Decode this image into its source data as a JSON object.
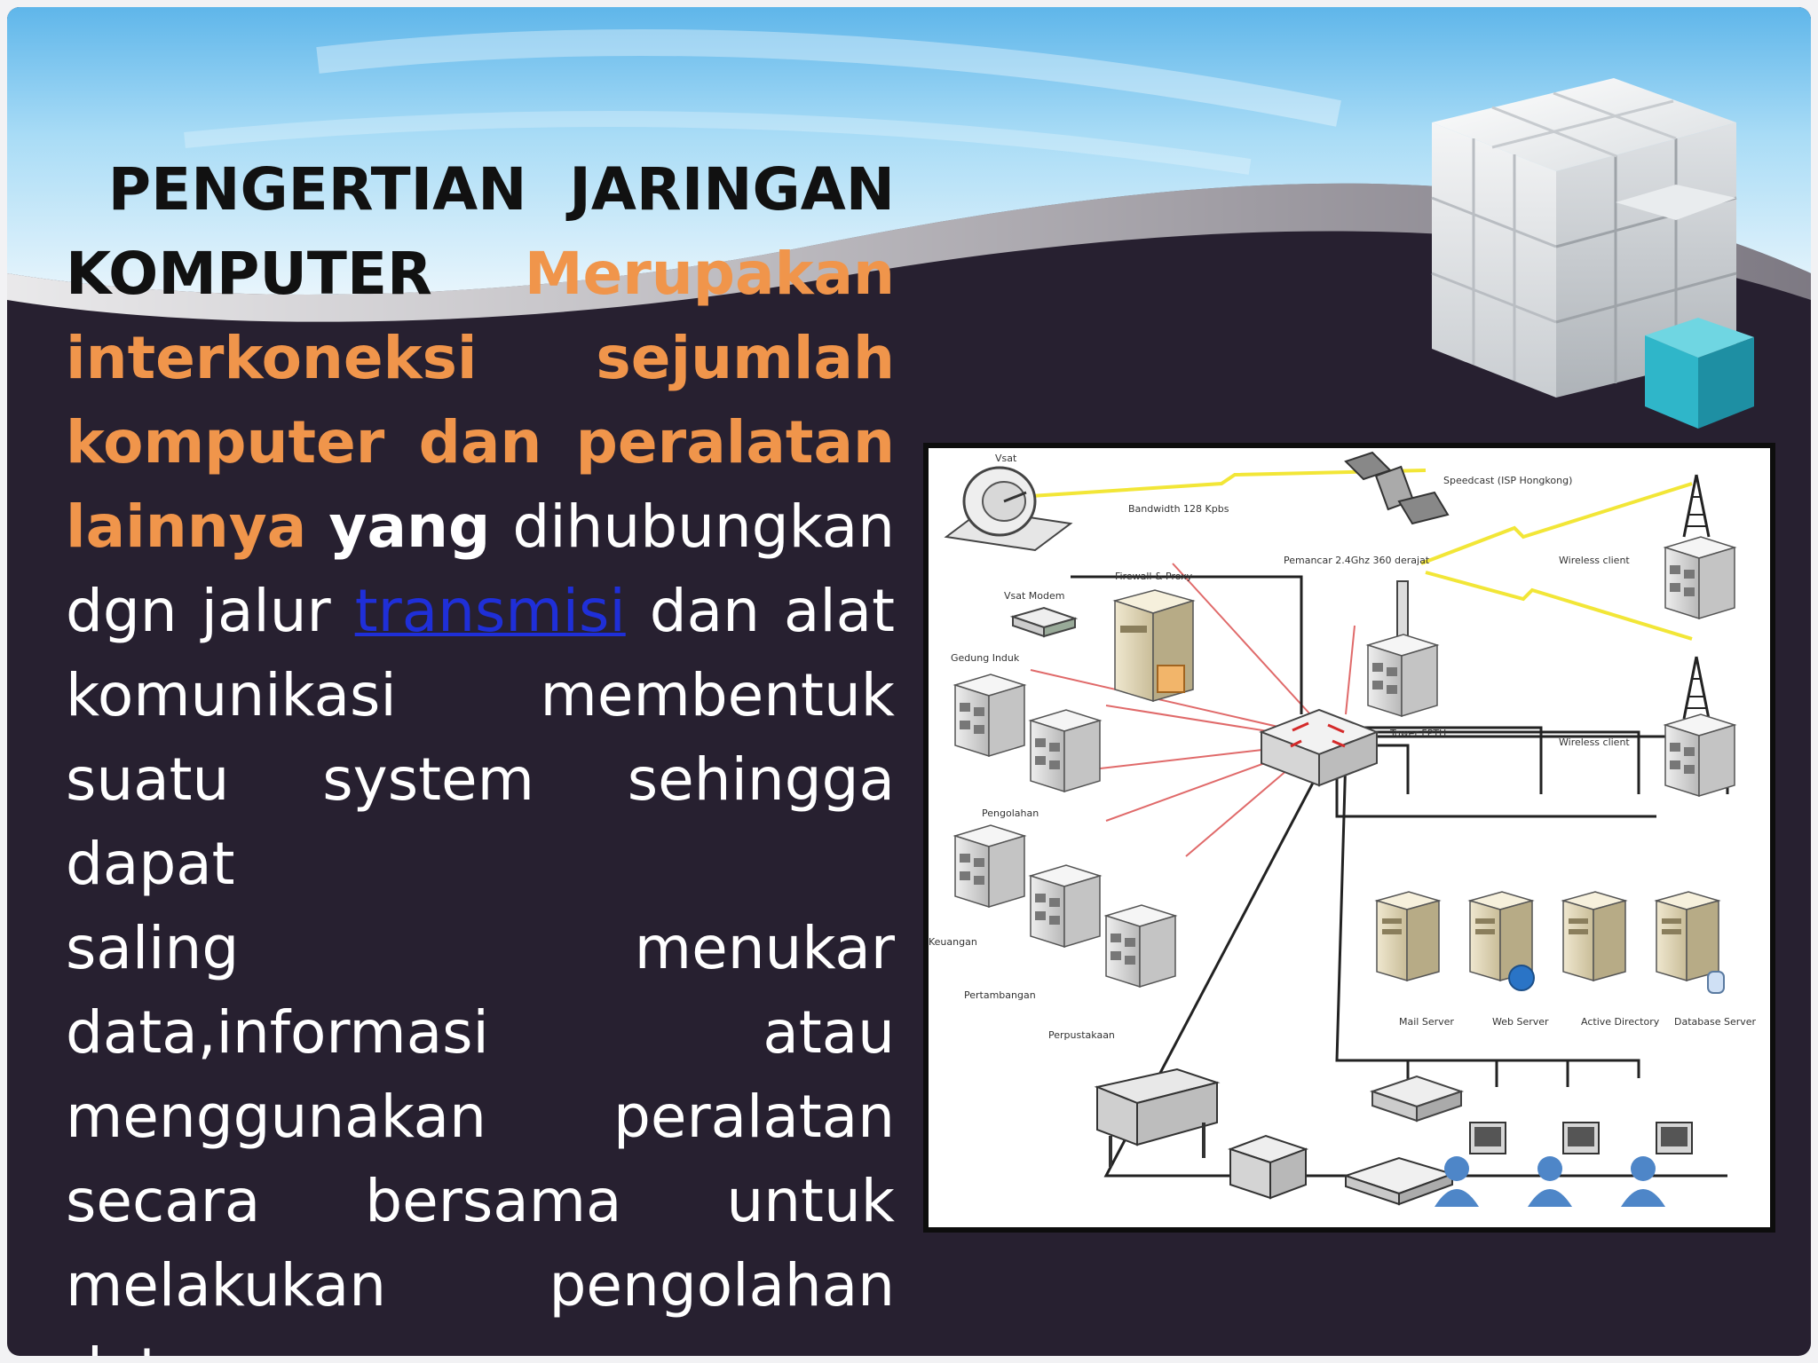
{
  "slide": {
    "heading_part1": "PENGERTIAN",
    "heading_part2": "JARINGAN",
    "heading_part3": "KOMPUTER",
    "highlight_lines": [
      "Merupakan",
      "interkoneksi",
      "sejumlah",
      "komputer",
      "dan",
      "peralatan",
      "lainnya"
    ],
    "bold_word": "yang",
    "text_after_bold": "dihubungkan",
    "text_line_a": "dgn jalur",
    "link_text": "transmisi",
    "text_line_a_end": "dan alat",
    "text_lines": [
      "komunikasi membentuk",
      "suatu system sehingga dapat",
      "saling menukar",
      "data,informasi atau",
      "menggunakan peralatan",
      "secara bersama untuk",
      "melakukan pengolahan data"
    ]
  },
  "diagram": {
    "labels": {
      "vsat": "Vsat",
      "bandwidth": "Bandwidth 128 Kpbs",
      "speedcast": "Speedcast (ISP Hongkong)",
      "firewall": "Firewall & Proxy",
      "vsat_modem": "Vsat Modem",
      "gedung_induk": "Gedung Induk",
      "pemancar": "Pemancar 2.4Ghz 360 derajat",
      "wireless_client_1": "Wireless client",
      "wireless_client_2": "Wireless client",
      "tower": "Tower FPTH",
      "pengolahan": "Pengolahan",
      "keuangan": "Keuangan",
      "pertambangan": "Pertambangan",
      "perpustakaan": "Perpustakaan",
      "mail_server": "Mail Server",
      "web_server": "Web Server",
      "active_directory": "Active Directory",
      "database_server": "Database Server"
    }
  },
  "colors": {
    "highlight": "#f0954b",
    "link": "#1f2fd8",
    "slide_dark": "#272030",
    "sky_top": "#7ec4ee",
    "cube_accent": "#2fb6c9"
  }
}
